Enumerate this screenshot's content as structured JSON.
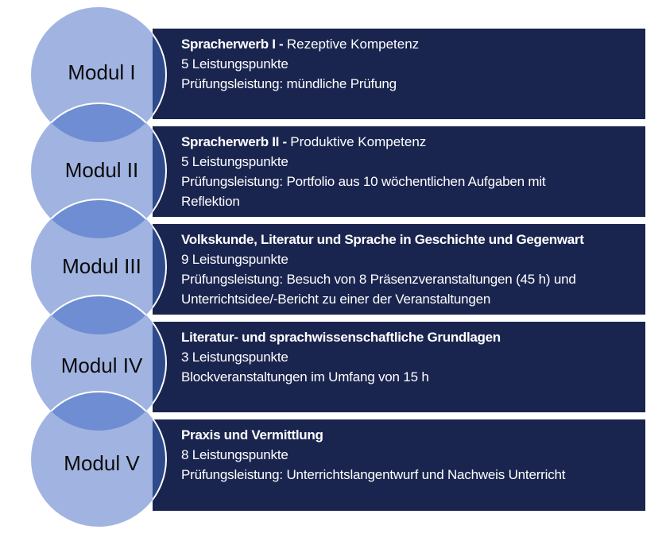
{
  "colors": {
    "box_bg": "#1a254f",
    "circle_fill": "#a1b4e1",
    "overlap_fill": "#6f8dd3",
    "box_overlap_fill": "#2e4a8b",
    "stroke": "#ffffff",
    "label_text": "#0b0b0b",
    "box_text": "#ffffff"
  },
  "modules": [
    {
      "label": "Modul I",
      "title_bold": "Spracherwerb I - ",
      "title_rest": "Rezeptive Kompetenz",
      "lines": [
        "5 Leistungspunkte",
        "Prüfungsleistung: mündliche Prüfung"
      ]
    },
    {
      "label": "Modul II",
      "title_bold": "Spracherwerb II - ",
      "title_rest": "Produktive Kompetenz",
      "lines": [
        "5 Leistungspunkte",
        "Prüfungsleistung: Portfolio aus 10 wöchentlichen Aufgaben mit",
        "Reflektion"
      ]
    },
    {
      "label": "Modul III",
      "title_bold": "Volkskunde, Literatur und Sprache in Geschichte und Gegenwart",
      "title_rest": "",
      "lines": [
        "9 Leistungspunkte",
        "Prüfungsleistung: Besuch von 8 Präsenzveranstaltungen (45 h) und",
        "Unterrichtsidee/-Bericht zu einer der Veranstaltungen"
      ]
    },
    {
      "label": "Modul IV",
      "title_bold": "Literatur- und sprachwissenschaftliche Grundlagen",
      "title_rest": "",
      "lines": [
        "3 Leistungspunkte",
        "Blockveranstaltungen im Umfang von 15 h"
      ]
    },
    {
      "label": "Modul V",
      "title_bold": "Praxis und Vermittlung",
      "title_rest": "",
      "lines": [
        "8 Leistungspunkte",
        "Prüfungsleistung: Unterrichtslangentwurf und Nachweis Unterricht"
      ]
    }
  ]
}
